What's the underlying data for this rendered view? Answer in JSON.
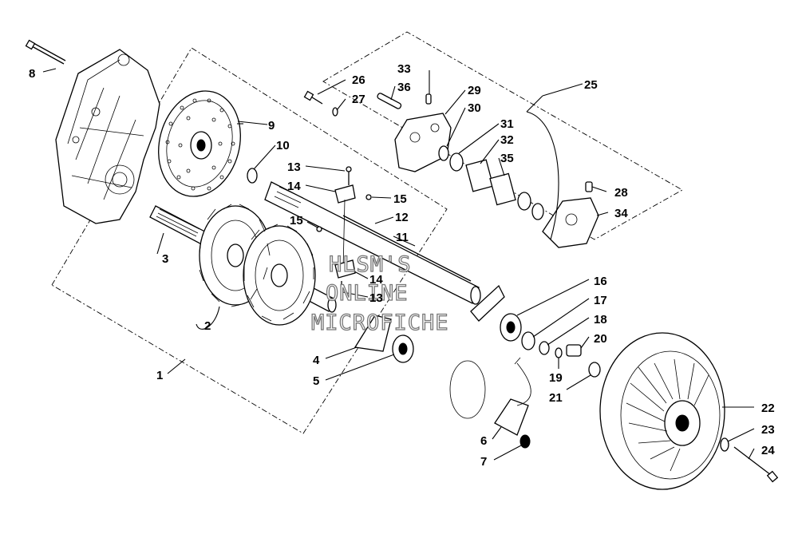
{
  "watermark": [
    "HLSM'S",
    "ONLINE",
    "MICROFICHE"
  ],
  "callouts": [
    {
      "id": "c1",
      "text": "1"
    },
    {
      "id": "c2",
      "text": "2"
    },
    {
      "id": "c3",
      "text": "3"
    },
    {
      "id": "c4",
      "text": "4"
    },
    {
      "id": "c5",
      "text": "5"
    },
    {
      "id": "c6",
      "text": "6"
    },
    {
      "id": "c7",
      "text": "7"
    },
    {
      "id": "c8",
      "text": "8"
    },
    {
      "id": "c9",
      "text": "9"
    },
    {
      "id": "c10",
      "text": "10"
    },
    {
      "id": "c11",
      "text": "11"
    },
    {
      "id": "c12",
      "text": "12"
    },
    {
      "id": "c13a",
      "text": "13"
    },
    {
      "id": "c13b",
      "text": "13"
    },
    {
      "id": "c14a",
      "text": "14"
    },
    {
      "id": "c14b",
      "text": "14"
    },
    {
      "id": "c15a",
      "text": "15"
    },
    {
      "id": "c15b",
      "text": "15"
    },
    {
      "id": "c16",
      "text": "16"
    },
    {
      "id": "c17",
      "text": "17"
    },
    {
      "id": "c18",
      "text": "18"
    },
    {
      "id": "c19",
      "text": "19"
    },
    {
      "id": "c20",
      "text": "20"
    },
    {
      "id": "c21",
      "text": "21"
    },
    {
      "id": "c22",
      "text": "22"
    },
    {
      "id": "c23",
      "text": "23"
    },
    {
      "id": "c24",
      "text": "24"
    },
    {
      "id": "c25",
      "text": "25"
    },
    {
      "id": "c26",
      "text": "26"
    },
    {
      "id": "c27",
      "text": "27"
    },
    {
      "id": "c28",
      "text": "28"
    },
    {
      "id": "c29",
      "text": "29"
    },
    {
      "id": "c30",
      "text": "30"
    },
    {
      "id": "c31",
      "text": "31"
    },
    {
      "id": "c32",
      "text": "32"
    },
    {
      "id": "c33",
      "text": "33"
    },
    {
      "id": "c34",
      "text": "34"
    },
    {
      "id": "c35",
      "text": "35"
    },
    {
      "id": "c36",
      "text": "36"
    }
  ]
}
